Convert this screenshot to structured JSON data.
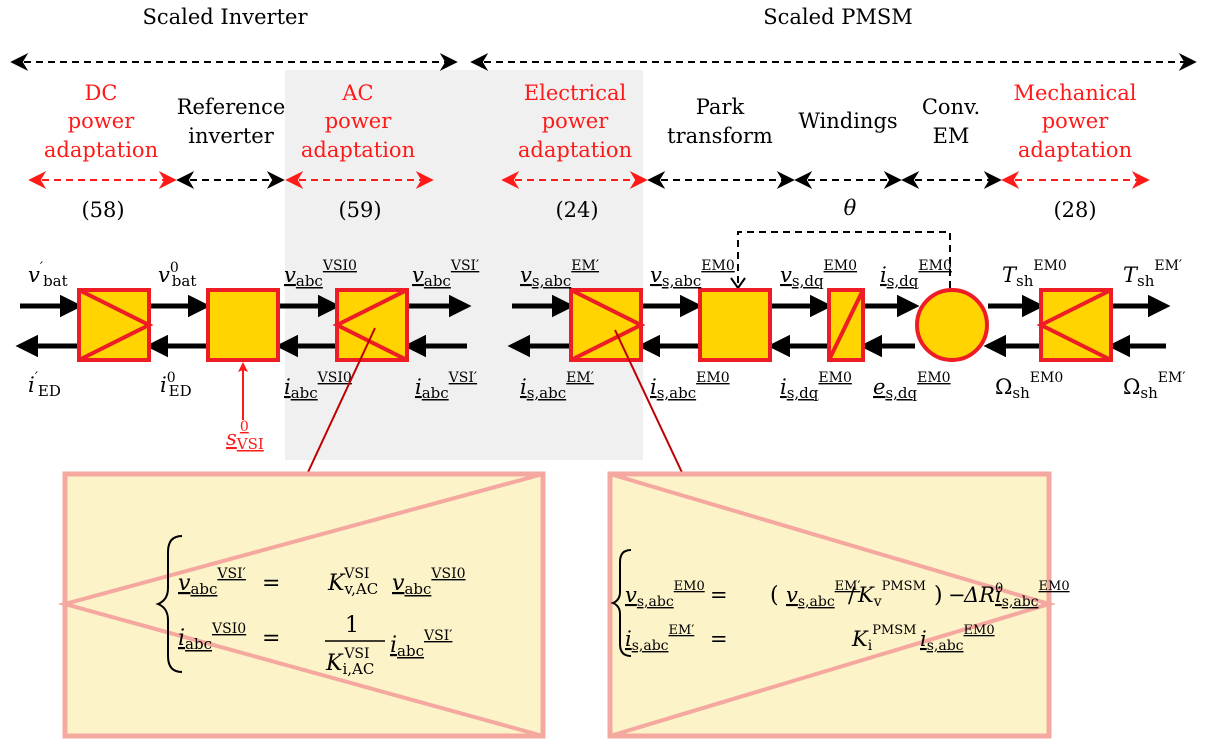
{
  "groups": {
    "inverter": "Scaled Inverter",
    "pmsm": "Scaled PMSM"
  },
  "stages": [
    {
      "lines": [
        "DC",
        "power",
        "adaptation"
      ],
      "color": "red"
    },
    {
      "lines": [
        "Reference",
        "inverter"
      ],
      "color": "black"
    },
    {
      "lines": [
        "AC",
        "power",
        "adaptation"
      ],
      "color": "red"
    },
    {
      "lines": [
        "Electrical",
        "power",
        "adaptation"
      ],
      "color": "red"
    },
    {
      "lines": [
        "Park",
        "transform"
      ],
      "color": "black"
    },
    {
      "lines": [
        "Windings"
      ],
      "color": "black"
    },
    {
      "lines": [
        "Conv.",
        "EM"
      ],
      "color": "black"
    },
    {
      "lines": [
        "Mechanical",
        "power",
        "adaptation"
      ],
      "color": "red"
    }
  ],
  "refs": {
    "dc": "(58)",
    "ac": "(59)",
    "elec": "(24)",
    "mech": "(28)",
    "theta": "θ"
  },
  "signals": {
    "v_bat_p": "v′bat",
    "v_bat_0": "v0bat",
    "v_abc_vsi0": "vabcVSI0",
    "v_abc_vsip": "vabcVSI′",
    "v_sabc_emp": "vs,abcEM′",
    "v_sabc_em0": "vs,abcEM0",
    "v_sdq_em0": "vs,dqEM0",
    "i_sdq_em0_top": "is,dqEM0",
    "t_sh_em0": "TshEM0",
    "t_sh_emp": "TshEM′",
    "i_ed_p": "i′ED",
    "i_ed_0": "i0ED",
    "i_abc_vsi0": "iabcVSI0",
    "i_abc_vsip": "iabcVSI′",
    "i_sabc_emp": "is,abcEM′",
    "i_sabc_em0": "is,abcEM0",
    "i_sdq_em0": "is,dqEM0",
    "e_sdq_em0": "es,dqEM0",
    "om_sh_em0": "ΩshEM0",
    "om_sh_emp": "ΩshEM′",
    "s_vsi0": "sVSI0"
  },
  "eq_left": {
    "row1": {
      "lhs": "vabcVSI′",
      "eq": "=",
      "rhs_coef": "Kv,ACVSI",
      "rhs_var": "vabcVSI0"
    },
    "row2": {
      "lhs": "iabcVSI0",
      "eq": "=",
      "frac_num": "1",
      "frac_den": "Ki,ACVSI",
      "rhs_var": "iabcVSI′"
    }
  },
  "eq_right": {
    "row1": {
      "lhs": "vs,abcEM0",
      "eq": "=",
      "rhs_a": "vs,abcEM′",
      "rhs_b": "KvPMSM",
      "rhs_c": "ΔR0",
      "rhs_d": "is,abcEM0"
    },
    "row2": {
      "lhs": "is,abcEM′",
      "eq": "=",
      "rhs_coef": "KiPMSM",
      "rhs_var": "is,abcEM0"
    }
  },
  "colors": {
    "block_fill": "#ffd400",
    "block_stroke": "#ee1c24",
    "zoom_fill": "#fdf3c8",
    "zoom_stroke": "#f4a8a0",
    "shade": "#f0f0f0",
    "accent_red": "#ff1a1a",
    "arrow_red": "#c00000"
  }
}
